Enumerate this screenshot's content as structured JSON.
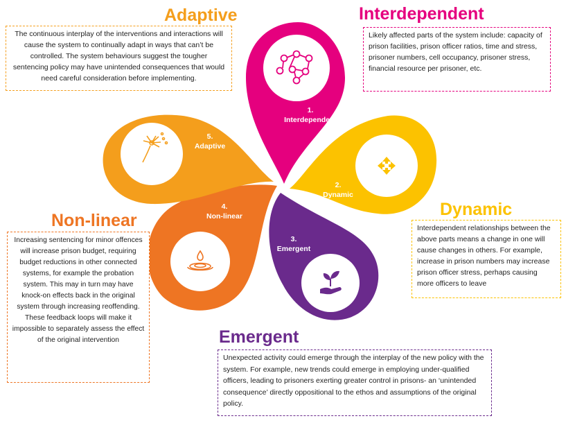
{
  "colors": {
    "interdependent": "#e5007e",
    "dynamic": "#fcc200",
    "emergent": "#6a2a8c",
    "nonlinear": "#ee7523",
    "adaptive": "#f49e1c"
  },
  "petals": [
    {
      "key": "interdependent",
      "number": "1.",
      "label": "Interdependent",
      "icon": "network-icon",
      "heading": "Interdependent",
      "text": "Likely affected parts of the system include: capacity of prison facilities, prison officer ratios, time and stress, prisoner numbers, cell occupancy, prisoner stress, financial resource per prisoner, etc."
    },
    {
      "key": "dynamic",
      "number": "2.",
      "label": "Dynamic",
      "icon": "move-arrows-icon",
      "heading": "Dynamic",
      "text": "Interdependent relationships between the above parts means a change in one will cause changes in others. For example, increase in prison numbers may increase prison officer stress, perhaps causing more officers to leave"
    },
    {
      "key": "emergent",
      "number": "3.",
      "label": "Emergent",
      "icon": "hand-sprout-icon",
      "heading": "Emergent",
      "text": "Unexpected activity could emerge through the interplay of the new policy with the system. For example, new trends could emerge in employing under-qualified officers, leading to prisoners exerting greater control in prisons- an ‘unintended consequence’ directly oppositional to the ethos and assumptions of the original policy."
    },
    {
      "key": "nonlinear",
      "number": "4.",
      "label": "Non-linear",
      "icon": "water-drop-ripple-icon",
      "heading": "Non-linear",
      "text": "Increasing sentencing for minor offences will increase prison budget, requiring budget reductions in other connected systems, for example the probation system. This may in turn may have knock-on effects back in the original system through increasing reoffending. These feedback loops will make it impossible to separately assess the effect of the original intervention"
    },
    {
      "key": "adaptive",
      "number": "5.",
      "label": "Adaptive",
      "icon": "dandelion-icon",
      "heading": "Adaptive",
      "text": "The continuous interplay of the interventions and interactions will cause the system to continually adapt in ways that can’t be controlled. The system behaviours suggest the tougher sentencing policy may have unintended consequences that would need careful consideration before implementing."
    }
  ]
}
